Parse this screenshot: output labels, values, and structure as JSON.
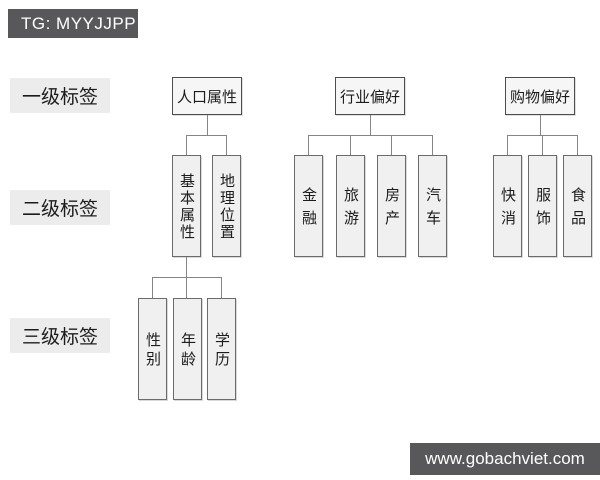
{
  "badge": {
    "text": "TG: MYYJJPP"
  },
  "footer": {
    "text": "www.gobachviet.com"
  },
  "row_labels": {
    "level1": "一级标签",
    "level2": "二级标签",
    "level3": "三级标签"
  },
  "tree": {
    "demographics": {
      "label": "人口属性",
      "children": {
        "basic_attributes": {
          "label": "基本属性",
          "children": {
            "gender": "性别",
            "age": "年龄",
            "education": "学历"
          }
        },
        "geo_location": {
          "label": "地理位置"
        }
      }
    },
    "industry_preference": {
      "label": "行业偏好",
      "children": {
        "finance": "金融",
        "travel": "旅游",
        "real_estate": "房产",
        "auto": "汽车"
      }
    },
    "shopping_preference": {
      "label": "购物偏好",
      "children": {
        "fmcg": "快消",
        "apparel": "服饰",
        "food": "食品"
      }
    }
  },
  "colors": {
    "page_bg": "#ffffff",
    "badge_bg": "#58585a",
    "label_bg": "#ececec",
    "node_level1_fill": "#f6f6f6",
    "node_level1_border": "#4d4d4d",
    "node_fill": "#f0f0f0",
    "node_border": "#6b6b6b",
    "connector": "#858585"
  }
}
